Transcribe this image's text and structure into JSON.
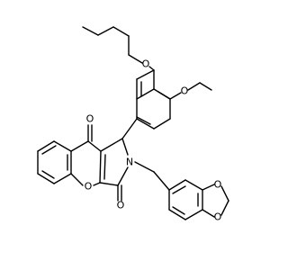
{
  "molecule": {
    "atom_labels": {
      "o_pentyloxy": "O",
      "o_ethoxy": "O",
      "o_ketone": "O",
      "o_chromene": "O",
      "o_lactam": "O",
      "n_lactam": "N",
      "o_dioxole_top": "O",
      "o_dioxole_bottom": "O"
    },
    "colors": {
      "bond": "#000000",
      "atom_label": "#000000",
      "background": "#ffffff"
    }
  }
}
